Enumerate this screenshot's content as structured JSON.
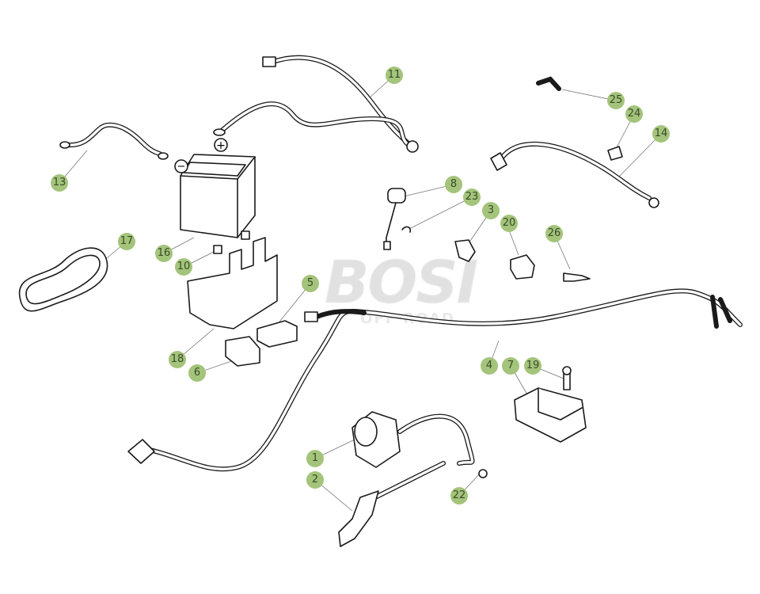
{
  "watermark": {
    "brand": "BOSI",
    "subtitle": "OFF ROAD"
  },
  "battery_terminals": {
    "negative": "−",
    "positive": "+"
  },
  "labels": {
    "p1": "1",
    "p2": "2",
    "p3": "3",
    "p4": "4",
    "p5": "5",
    "p6": "6",
    "p7": "7",
    "p8": "8",
    "p10": "10",
    "p11": "11",
    "p13": "13",
    "p14": "14",
    "p16": "16",
    "p17": "17",
    "p18": "18",
    "p19": "19",
    "p20": "20",
    "p22": "22",
    "p23": "23",
    "p24": "24",
    "p25": "25",
    "p26": "26"
  },
  "colors": {
    "callout": "#a3c47a",
    "callout_text": "#3a4a2a"
  }
}
